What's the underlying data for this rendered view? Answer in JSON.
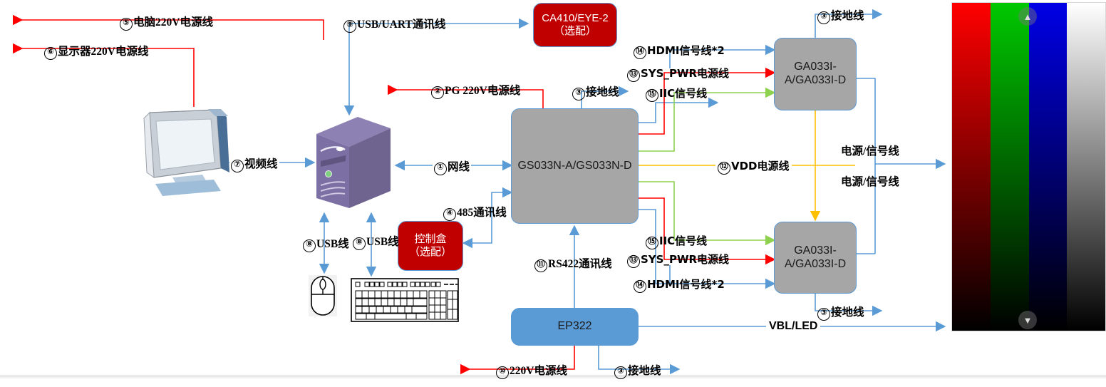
{
  "diagram": {
    "title": "system-wiring-block-diagram",
    "colors": {
      "grey_box": "#a6a6a6",
      "red_box": "#c00000",
      "blue_box": "#5b9bd5",
      "blue_line": "#5b9bd5",
      "red_line": "#ff0000",
      "green_line": "#8ed14f",
      "orange_line": "#ffc000"
    }
  },
  "boxes": {
    "ca410": {
      "line1": "CA410/EYE-2",
      "line2": "（选配）"
    },
    "control_box": {
      "line1": "控制盒",
      "line2": "（选配）"
    },
    "gs033n": {
      "label": "GS033N-A/GS033N-D"
    },
    "ga033i_top": {
      "line1": "GA033I-",
      "line2": "A/GA033I-D"
    },
    "ga033i_bottom": {
      "line1": "GA033I-",
      "line2": "A/GA033I-D"
    },
    "ep322": {
      "label": "EP322"
    }
  },
  "devices": {
    "monitor": "monitor",
    "tower": "pc-tower",
    "mouse": "mouse",
    "keyboard": "keyboard",
    "display_panel": "rgb-test-pattern-panel"
  },
  "labels": {
    "pc_power": {
      "num": "⑤",
      "text": "电脑220V电源线"
    },
    "monitor_power": {
      "num": "⑥",
      "text": "显示器220V电源线"
    },
    "usb_uart": {
      "num": "⑨",
      "text": "USB/UART通讯线"
    },
    "pg_power": {
      "num": "②",
      "text": "PG  220V电源线"
    },
    "ground_mid": {
      "num": "③",
      "text": "接地线"
    },
    "ground_top_right": {
      "num": "③",
      "text": "接地线"
    },
    "ground_bottom_right": {
      "num": "③",
      "text": "接地线"
    },
    "ground_ep322": {
      "num": "③",
      "text": "接地线"
    },
    "hdmi_top": {
      "num": "⑭",
      "text": "HDMI信号线*2"
    },
    "syspwr_top": {
      "num": "⑬",
      "text": "SYS_PWR电源线"
    },
    "iic_top": {
      "num": "⑮",
      "text": "IIC信号线"
    },
    "iic_bottom": {
      "num": "⑮",
      "text": "IIC信号线"
    },
    "syspwr_bottom": {
      "num": "⑬",
      "text": "SYS_PWR电源线"
    },
    "hdmi_bottom": {
      "num": "⑭",
      "text": "HDMI信号线*2"
    },
    "vdd": {
      "num": "⑫",
      "text": "VDD电源线"
    },
    "power_signal_top": {
      "text": "电源/信号线"
    },
    "power_signal_bottom": {
      "text": "电源/信号线"
    },
    "video": {
      "num": "⑦",
      "text": "视频线"
    },
    "net": {
      "num": "①",
      "text": "网线"
    },
    "rs485": {
      "num": "④",
      "text": "485通讯线"
    },
    "usb_mouse": {
      "num": "⑧",
      "text": "USB线"
    },
    "usb_keyboard": {
      "num": "⑧",
      "text": "USB线"
    },
    "rs422": {
      "num": "⑪",
      "text": "RS422通讯线"
    },
    "ep322_power": {
      "num": "⑩",
      "text": "220V电源线"
    },
    "vbl_led": {
      "text": "VBL/LED"
    }
  }
}
